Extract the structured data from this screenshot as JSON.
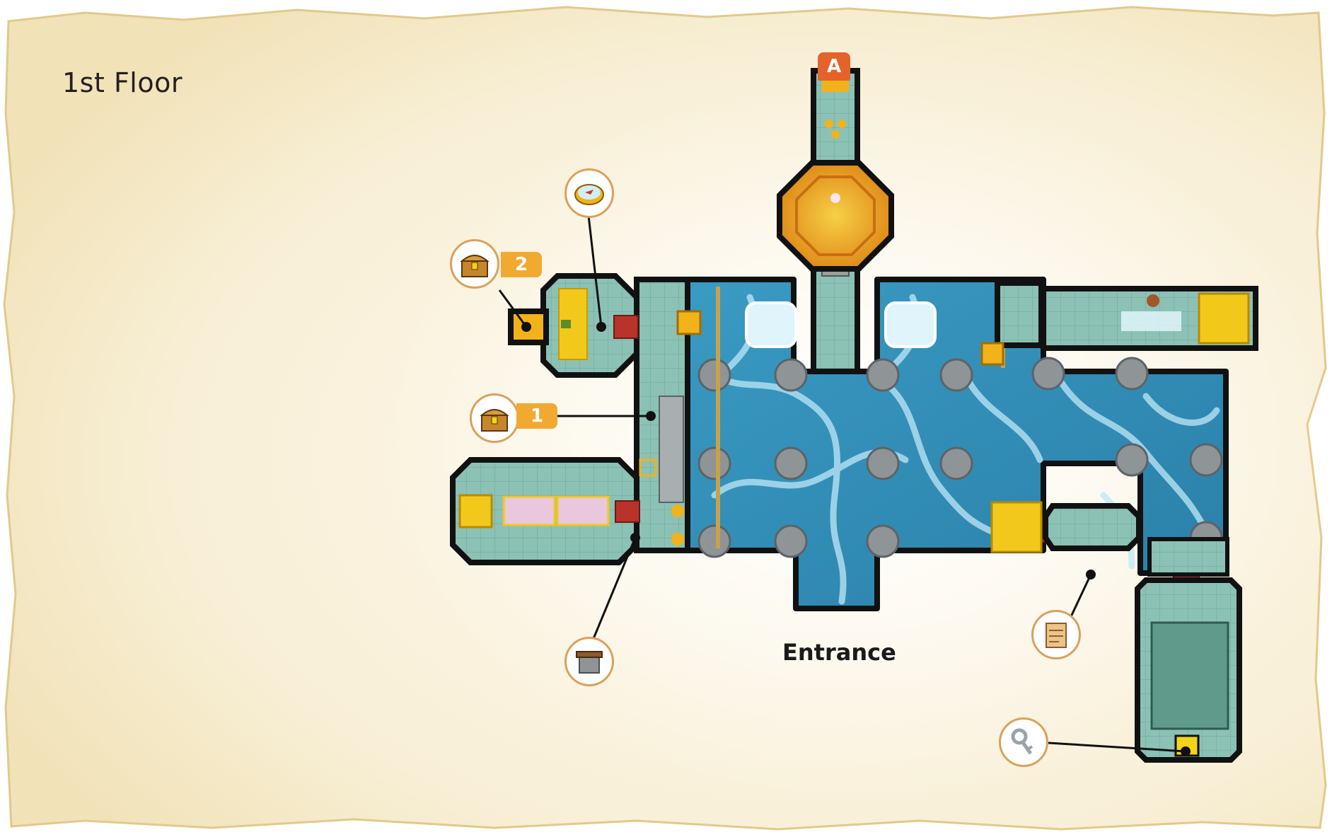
{
  "map": {
    "floor_title": "1st Floor",
    "entrance_label": "Entrance",
    "stairs_marker": "A",
    "treasure_markers": [
      {
        "number": "1",
        "icon": "treasure-chest-icon"
      },
      {
        "number": "2",
        "icon": "treasure-chest-icon"
      }
    ],
    "item_icons": [
      "compass-icon",
      "stone-tablet-icon",
      "dungeon-map-icon",
      "small-key-icon"
    ],
    "colors": {
      "parchment": "#f8f0d8",
      "parchment_edge": "#e8d3a0",
      "water": "#2e8db5",
      "water_light": "#9fdcf2",
      "floor_tile": "#7fb7ab",
      "wall_outline": "#111111",
      "gold": "#f2b21a",
      "door_red": "#b8342a",
      "marker_orange": "#f2a932",
      "marker_a": "#e4632b"
    }
  }
}
